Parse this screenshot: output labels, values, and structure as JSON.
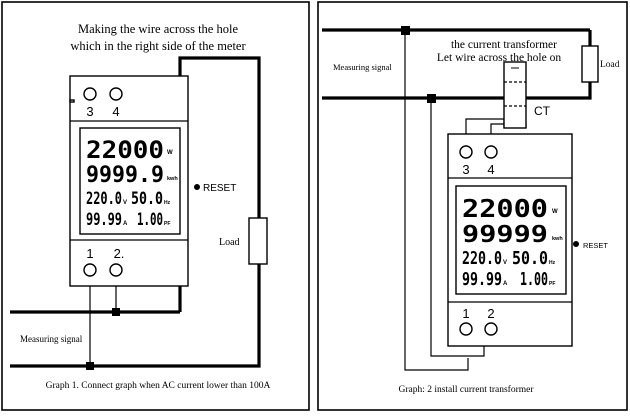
{
  "graph1": {
    "heading_line1": "Making the wire across the hole",
    "heading_line2": "which in the right side of the meter",
    "terminal_top_left": "3",
    "terminal_top_right": "4",
    "terminal_bottom_left": "1",
    "terminal_bottom_right": "2.",
    "lcd": {
      "power": "22000",
      "power_unit": "W",
      "energy": "9999.9",
      "energy_unit": "kwh",
      "voltage": "220.0",
      "voltage_unit": "V",
      "frequency": "50.0",
      "frequency_unit": "Hz",
      "current": "99.99",
      "current_unit": "A",
      "pf": "1.00",
      "pf_unit": "PF"
    },
    "reset_label": "RESET",
    "load_label": "Load",
    "signal_label": "Measuring signal",
    "caption": "Graph 1. Connect graph when AC current lower than 100A"
  },
  "graph2": {
    "signal_label": "Measuring signal",
    "ct_heading_line1": "the current transformer",
    "ct_heading_line2": "Let wire across the hole on",
    "ct_label": "CT",
    "load_label": "Load",
    "terminal_top_left": "3",
    "terminal_top_right": "4",
    "terminal_bottom_left": "1",
    "terminal_bottom_right": "2",
    "lcd": {
      "power": "22000",
      "power_unit": "W",
      "energy": "99999",
      "energy_unit": "kwh",
      "voltage": "220.0",
      "voltage_unit": "V",
      "frequency": "50.0",
      "frequency_unit": "Hz",
      "current": "99.99",
      "current_unit": "A",
      "pf": "1.00",
      "pf_unit": "PF"
    },
    "reset_label": "RESET",
    "caption": "Graph: 2 install current transformer"
  }
}
